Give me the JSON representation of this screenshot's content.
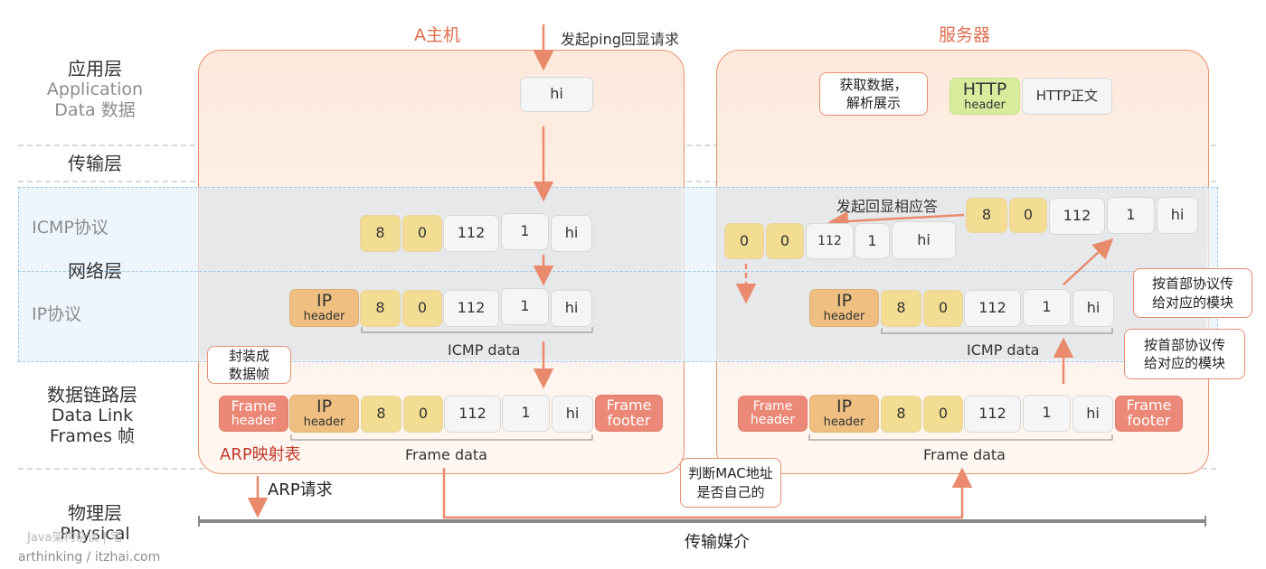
{
  "layers": {
    "app": {
      "cn": "应用层",
      "en1": "Application",
      "en2": "Data 数据"
    },
    "transport": {
      "cn": "传输层"
    },
    "icmp": {
      "label": "ICMP协议"
    },
    "network": {
      "cn": "网络层"
    },
    "ip": {
      "label": "IP协议"
    },
    "datalink": {
      "cn": "数据链路层",
      "en1": "Data Link",
      "en2": "Frames 帧"
    },
    "physical": {
      "cn": "物理层",
      "en": "Physical"
    }
  },
  "host_a": {
    "title": "A主机",
    "ping_label": "发起ping回显请求",
    "app_data": "hi",
    "icmp_packet": [
      "8",
      "0",
      "112",
      "1",
      "hi"
    ],
    "ip_header": {
      "line1": "IP",
      "line2": "header"
    },
    "icmp_data_label": "ICMP data",
    "frame_header": {
      "line1": "Frame",
      "line2": "header"
    },
    "frame_footer": {
      "line1": "Frame",
      "line2": "footer"
    },
    "frame_data_label": "Frame data",
    "encap_note": {
      "line1": "封装成",
      "line2": "数据帧"
    },
    "arp_table": "ARP映射表",
    "arp_request": "ARP请求"
  },
  "server": {
    "title": "服务器",
    "process_note": {
      "line1": "获取数据，",
      "line2": "解析展示"
    },
    "http_header": {
      "line1": "HTTP",
      "line2": "header"
    },
    "http_body": "HTTP正文",
    "reply_label": "发起回显相应答",
    "reply_packet": [
      "0",
      "0",
      "112",
      "1",
      "hi"
    ],
    "icmp_packet": [
      "8",
      "0",
      "112",
      "1",
      "hi"
    ],
    "ip_header": {
      "line1": "IP",
      "line2": "header"
    },
    "icmp_data_label": "ICMP data",
    "frame_header": {
      "line1": "Frame",
      "line2": "header"
    },
    "frame_footer": {
      "line1": "Frame",
      "line2": "footer"
    },
    "frame_data_label": "Frame data",
    "dispatch_note_1": {
      "line1": "按首部协议传",
      "line2": "给对应的模块"
    },
    "dispatch_note_2": {
      "line1": "按首部协议传",
      "line2": "给对应的模块"
    }
  },
  "mac_note": {
    "line1": "判断MAC地址",
    "line2": "是否自己的"
  },
  "medium_label": "传输媒介",
  "watermark": {
    "line1": "Java架构杂谈 | 宅",
    "line2": "arthinking / itzhai.com"
  },
  "colors": {
    "accent": "#e8906e",
    "arrow": "#e98a6c",
    "field_yellow": "#f3dd93",
    "ip_orange": "#eebf80",
    "frame_red": "#ec8877",
    "http_green": "#d9ec9d"
  }
}
